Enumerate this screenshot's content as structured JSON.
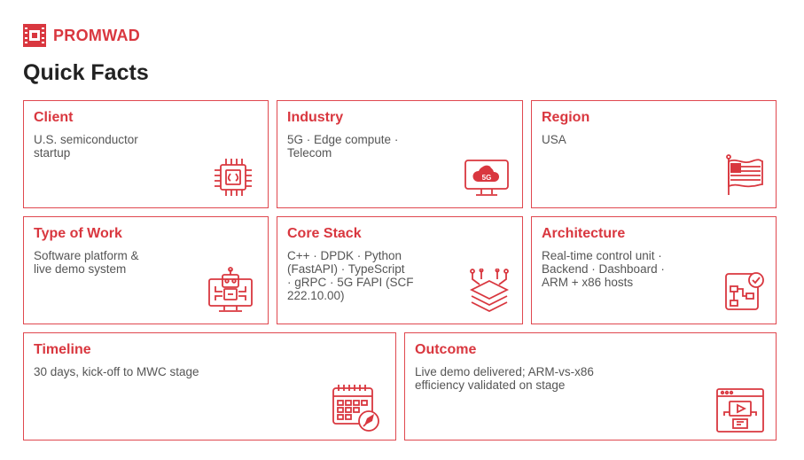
{
  "brand": {
    "name": "PROMWAD",
    "logo_icon": "chip-logo-icon"
  },
  "page": {
    "title": "Quick Facts"
  },
  "colors": {
    "accent": "#d9373f",
    "border": "#e0484f",
    "text": "#555555",
    "title": "#222222"
  },
  "cards": {
    "client": {
      "title": "Client",
      "body": "U.S. semiconductor\nstartup",
      "icon": "chip-icon"
    },
    "industry": {
      "title": "Industry",
      "body": "5G · Edge compute ·\nTelecom",
      "icon": "5g-cloud-monitor-icon",
      "icon_label": "5G"
    },
    "region": {
      "title": "Region",
      "body": "USA",
      "icon": "usa-flag-icon"
    },
    "type_of_work": {
      "title": "Type of Work",
      "body": "Software platform &\nlive demo system",
      "icon": "robot-monitor-icon"
    },
    "core_stack": {
      "title": "Core Stack",
      "body": "C++ · DPDK · Python\n(FastAPI) · TypeScript\n· gRPC · 5G FAPI (SCF\n222.10.00)",
      "icon": "layers-stack-icon"
    },
    "architecture": {
      "title": "Architecture",
      "body": "Real-time control unit ·\nBackend · Dashboard ·\nARM + x86 hosts",
      "icon": "flow-diagram-check-icon"
    },
    "timeline": {
      "title": "Timeline",
      "body": "30 days, kick-off to MWC stage",
      "icon": "calendar-rocket-icon"
    },
    "outcome": {
      "title": "Outcome",
      "body": "Live demo delivered; ARM-vs-x86\nefficiency validated on stage",
      "icon": "browser-video-icon"
    }
  }
}
